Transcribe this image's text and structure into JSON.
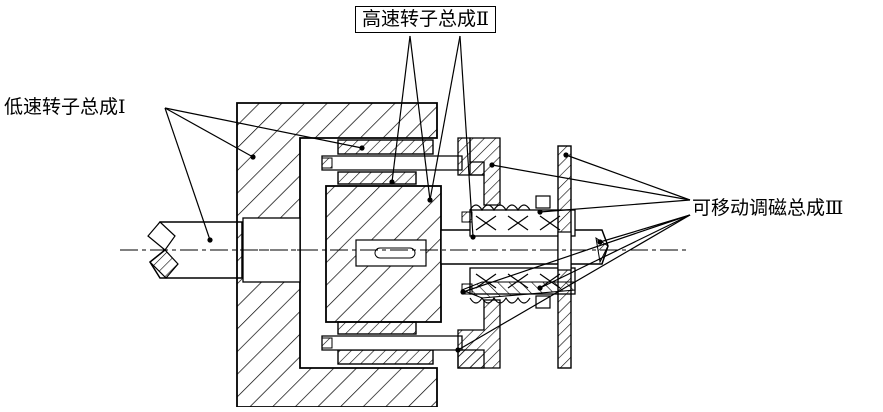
{
  "labels": {
    "low_speed": "低速转子总成Ⅰ",
    "high_speed": "高速转子总成Ⅱ",
    "movable": "可移动调磁总成Ⅲ"
  }
}
